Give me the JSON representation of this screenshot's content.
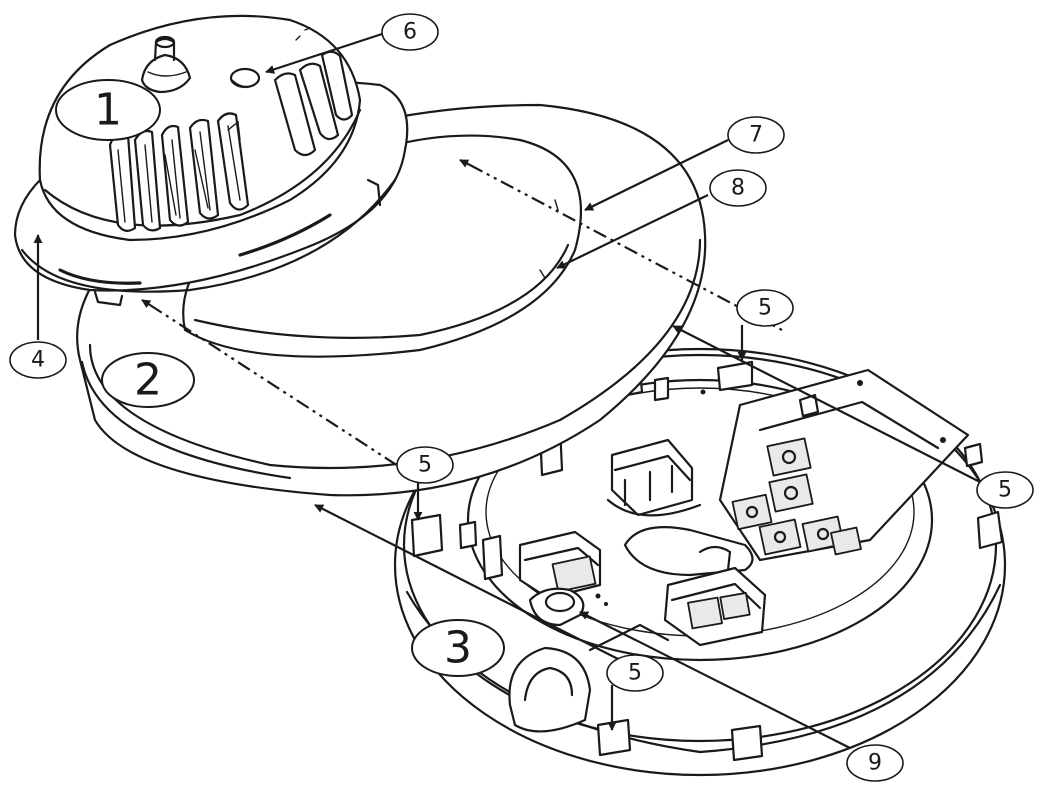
{
  "labels": {
    "one": "1",
    "two": "2",
    "three": "3",
    "four": "4",
    "five_top": "5",
    "five_middle": "5",
    "five_right": "5",
    "five_bottom": "5",
    "six": "6",
    "seven": "7",
    "eight": "8",
    "nine": "9"
  }
}
